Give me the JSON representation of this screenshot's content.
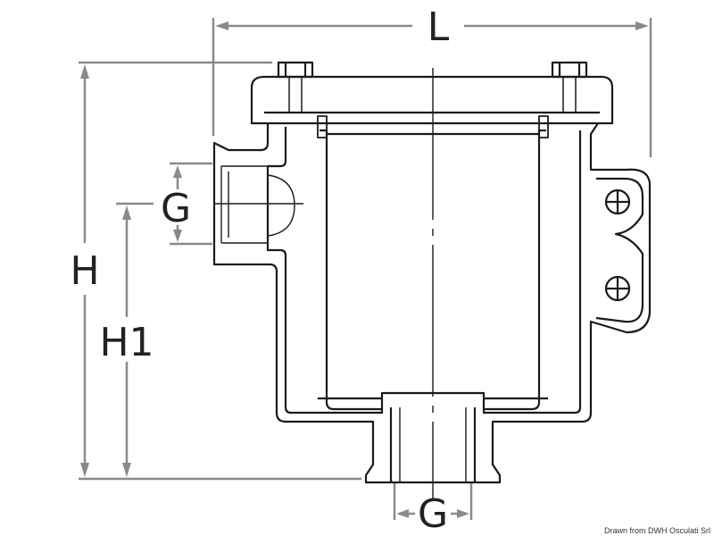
{
  "labels": {
    "length": "L",
    "height": "H",
    "height_inlet": "H1",
    "thread_side": "G",
    "thread_bottom": "G"
  },
  "credit": "Drawn from DWH Osculati Srl",
  "colors": {
    "outline": "#1a1a1a",
    "dimension": "#8a8a8a",
    "background": "#ffffff"
  }
}
